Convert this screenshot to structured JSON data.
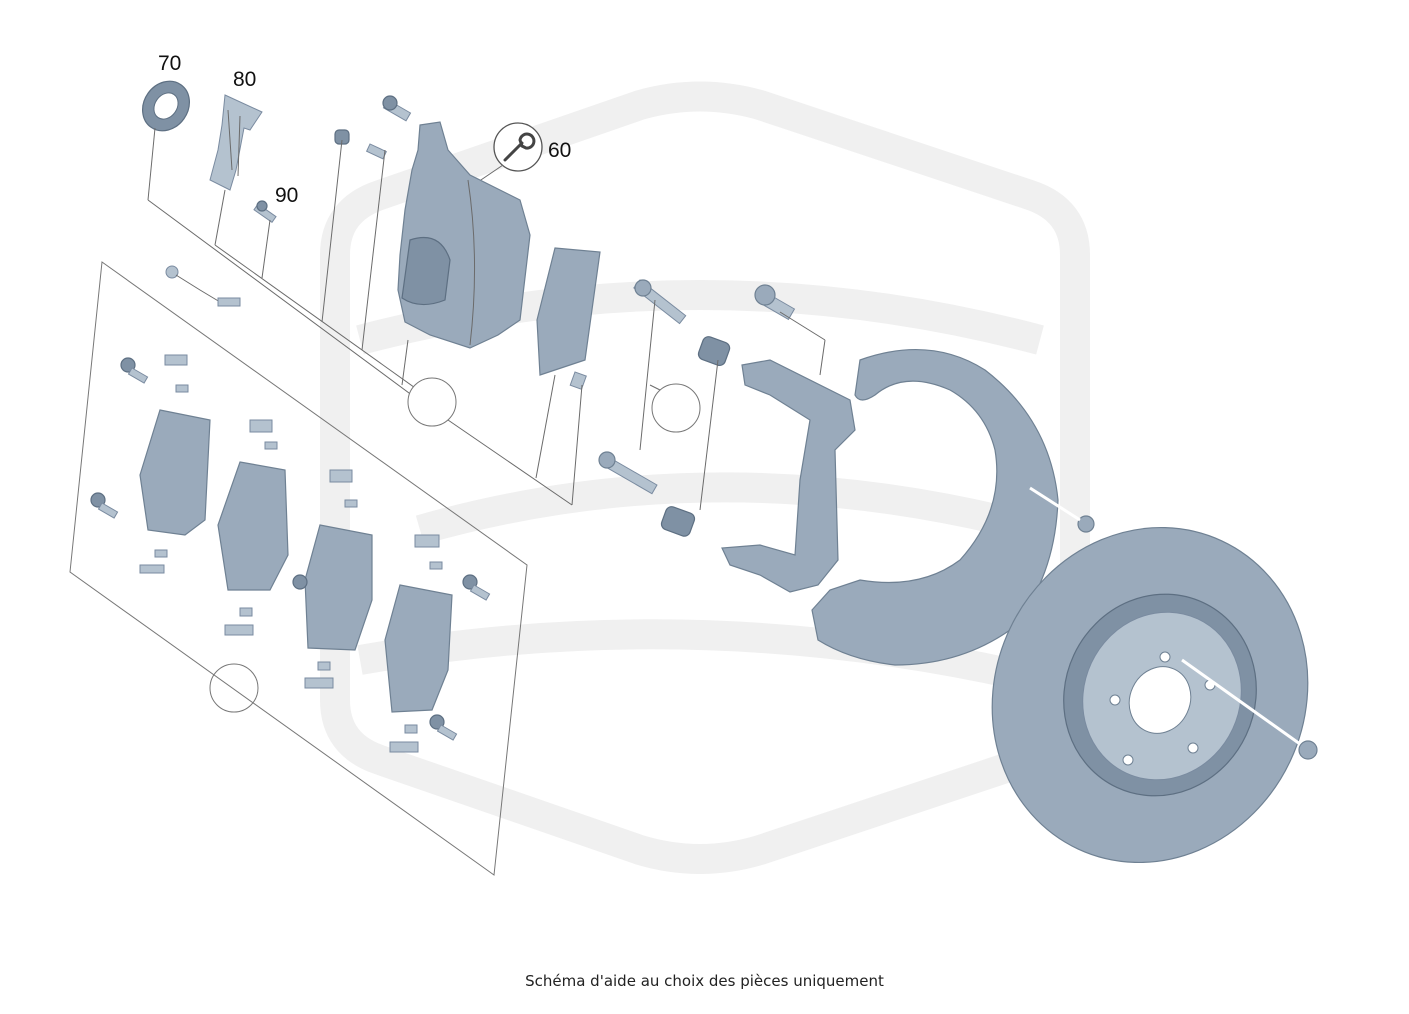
{
  "callouts": {
    "c70": "70",
    "c80": "80",
    "c90": "90",
    "c60": "60"
  },
  "caption": "Schéma d'aide au choix des pièces uniquement",
  "icons": {
    "wrench": "wrench-icon"
  },
  "colors": {
    "part_fill": "#9aaabb",
    "part_stroke": "#6f8193",
    "watermark": "#f0f0f0"
  }
}
